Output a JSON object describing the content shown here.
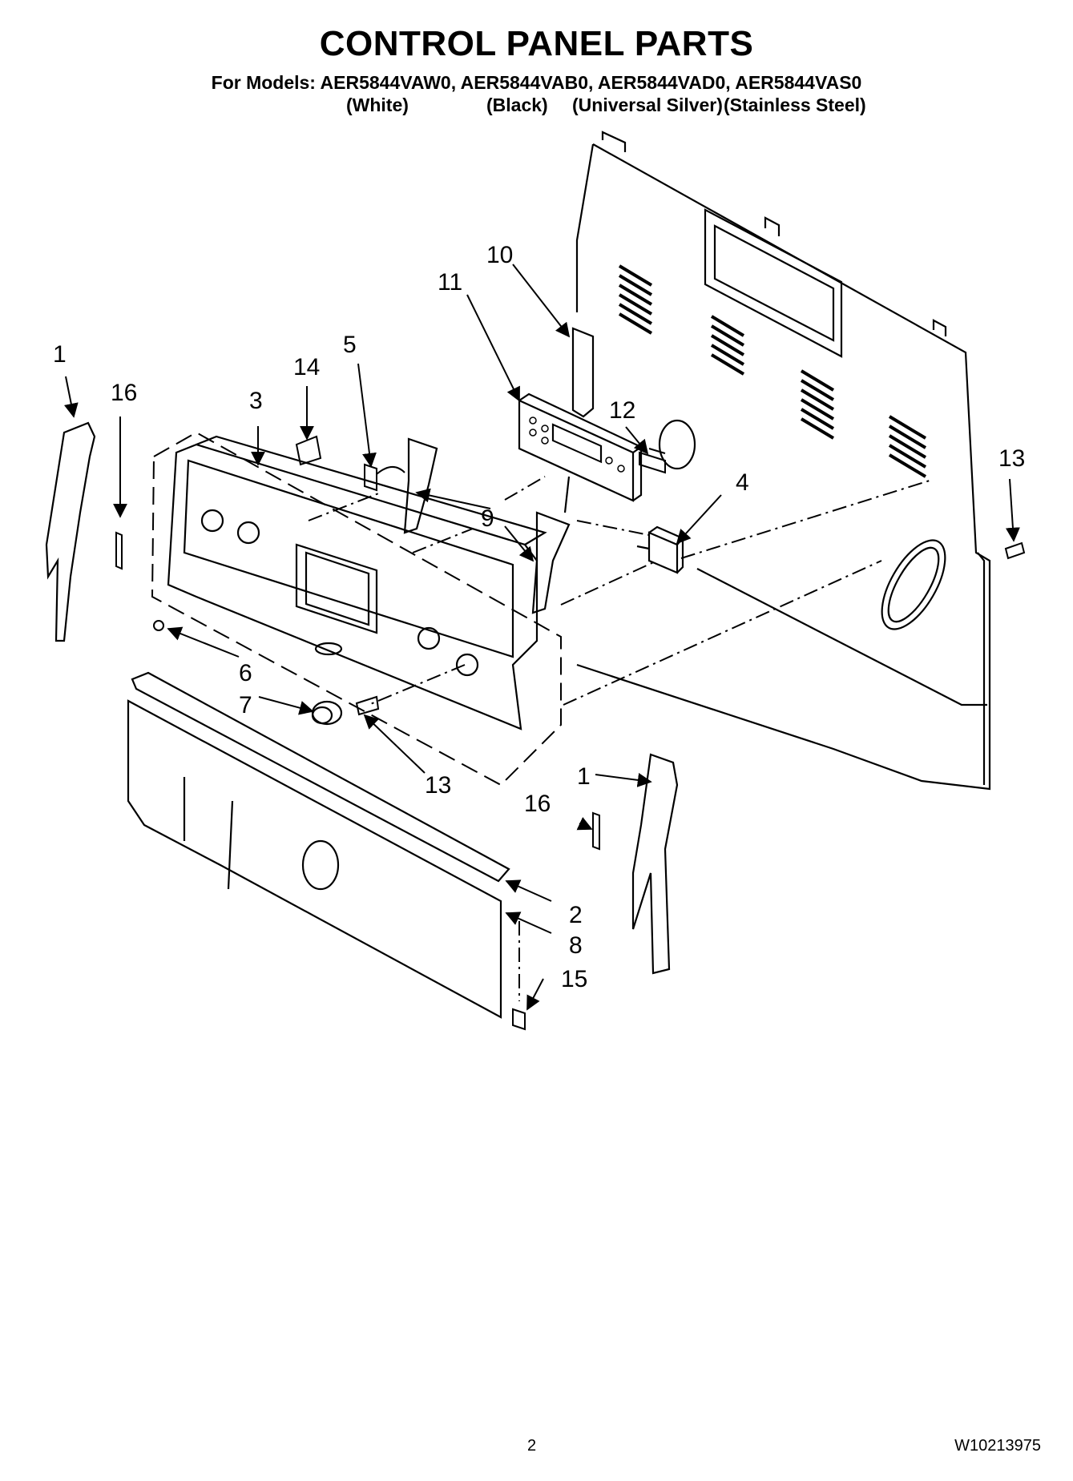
{
  "title": "CONTROL PANEL PARTS",
  "models_line": "For Models: AER5844VAW0, AER5844VAB0, AER5844VAD0, AER5844VAS0",
  "variants": [
    "(White)",
    "(Black)",
    "(Universal Silver)",
    "(Stainless Steel)"
  ],
  "callouts": {
    "c1a": "1",
    "c16a": "16",
    "c3": "3",
    "c14": "14",
    "c5": "5",
    "c11": "11",
    "c10": "10",
    "c12": "12",
    "c9": "9",
    "c4": "4",
    "c13a": "13",
    "c6": "6",
    "c7": "7",
    "c13b": "13",
    "c1b": "1",
    "c16b": "16",
    "c2": "2",
    "c8": "8",
    "c15": "15"
  },
  "page_number": "2",
  "document_number": "W10213975"
}
